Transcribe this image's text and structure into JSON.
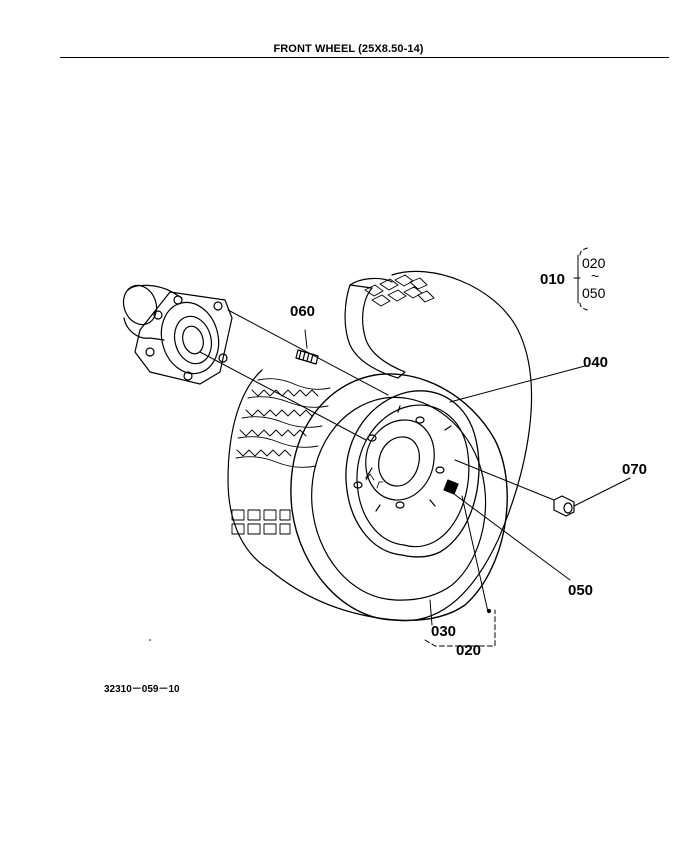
{
  "title": "FRONT WHEEL (25X8.50-14)",
  "drawing_code": "32310－059－10",
  "group": {
    "label": "010",
    "top_item": "020",
    "bottom_item": "050",
    "separator": "~"
  },
  "callouts": [
    {
      "id": "060",
      "text": "060"
    },
    {
      "id": "040",
      "text": "040"
    },
    {
      "id": "070",
      "text": "070"
    },
    {
      "id": "050",
      "text": "050"
    },
    {
      "id": "030",
      "text": "030"
    },
    {
      "id": "020",
      "text": "020"
    }
  ],
  "parts": [
    {
      "name": "hub-flange"
    },
    {
      "name": "wheel-bolt"
    },
    {
      "name": "tire",
      "callout": "030"
    },
    {
      "name": "rim-disc",
      "callout": "040"
    },
    {
      "name": "valve",
      "callout": "050"
    },
    {
      "name": "wheel-nut",
      "callout": "070"
    }
  ]
}
